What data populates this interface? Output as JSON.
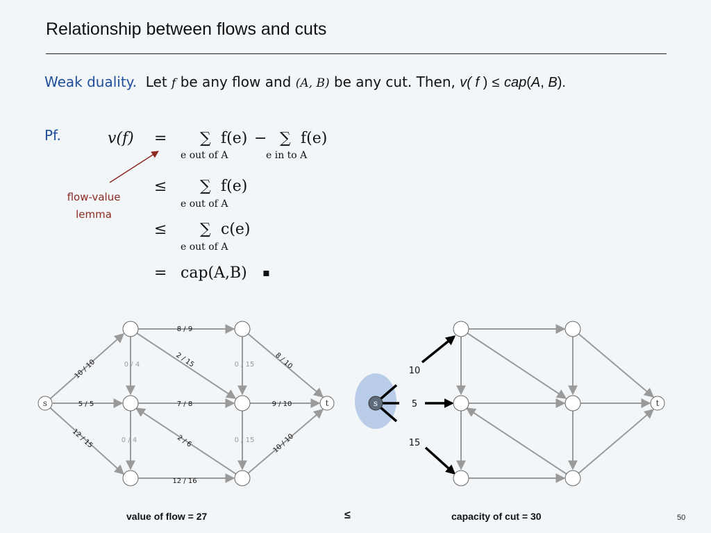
{
  "slide": {
    "title": "Relationship between flows and cuts",
    "page_number": "50"
  },
  "statement": {
    "label": "Weak duality.",
    "let": "Let",
    "f": "f",
    "mid": "be any flow and",
    "cut": "(A, B)",
    "then": "be any cut. Then,",
    "v_open": "v(",
    "v_f": " f ",
    "v_close": ")",
    "leq": "≤",
    "cap": "cap",
    "cap_open": "(",
    "cap_a": "A",
    "cap_comma": ", ",
    "cap_b": "B",
    "cap_close": ")."
  },
  "proof": {
    "label": "Pf.",
    "annotation_line1": "flow-value",
    "annotation_line2": "lemma",
    "lhs": "v(f)",
    "rel_eq": "=",
    "rel_leq": "≤",
    "sum": "∑",
    "f_e": "f(e)",
    "c_e": "c(e)",
    "minus": "−",
    "sub_out": "e out of A",
    "sub_in": "e in to A",
    "cap_ab": "cap(A,B)",
    "qed": "▪"
  },
  "flow_network": {
    "nodes": [
      {
        "id": "s",
        "label": "s"
      },
      {
        "id": "t",
        "label": "t"
      }
    ],
    "edges": [
      {
        "label": "10 / 10"
      },
      {
        "label": "5 / 5"
      },
      {
        "label": "12 / 15"
      },
      {
        "label": "8 / 9"
      },
      {
        "label": "0 / 4"
      },
      {
        "label": "2 / 15"
      },
      {
        "label": "0 / 15"
      },
      {
        "label": "8 / 10"
      },
      {
        "label": "7 / 8"
      },
      {
        "label": "9 / 10"
      },
      {
        "label": "0 / 4"
      },
      {
        "label": "2 / 6"
      },
      {
        "label": "0 / 15"
      },
      {
        "label": "10 / 10"
      },
      {
        "label": "12 / 16"
      }
    ]
  },
  "cut_network": {
    "nodes": [
      {
        "id": "s",
        "label": "s"
      },
      {
        "id": "t",
        "label": "t"
      }
    ],
    "cut_edges": [
      {
        "label": "10"
      },
      {
        "label": "5"
      },
      {
        "label": "15"
      }
    ],
    "colors": {
      "cut_region": "#b9cde8",
      "cut_edge": "#000000",
      "edge": "#9a9a9a"
    }
  },
  "captions": {
    "left": "value of flow = 27",
    "middle": "≤",
    "right": "capacity of cut = 30"
  }
}
